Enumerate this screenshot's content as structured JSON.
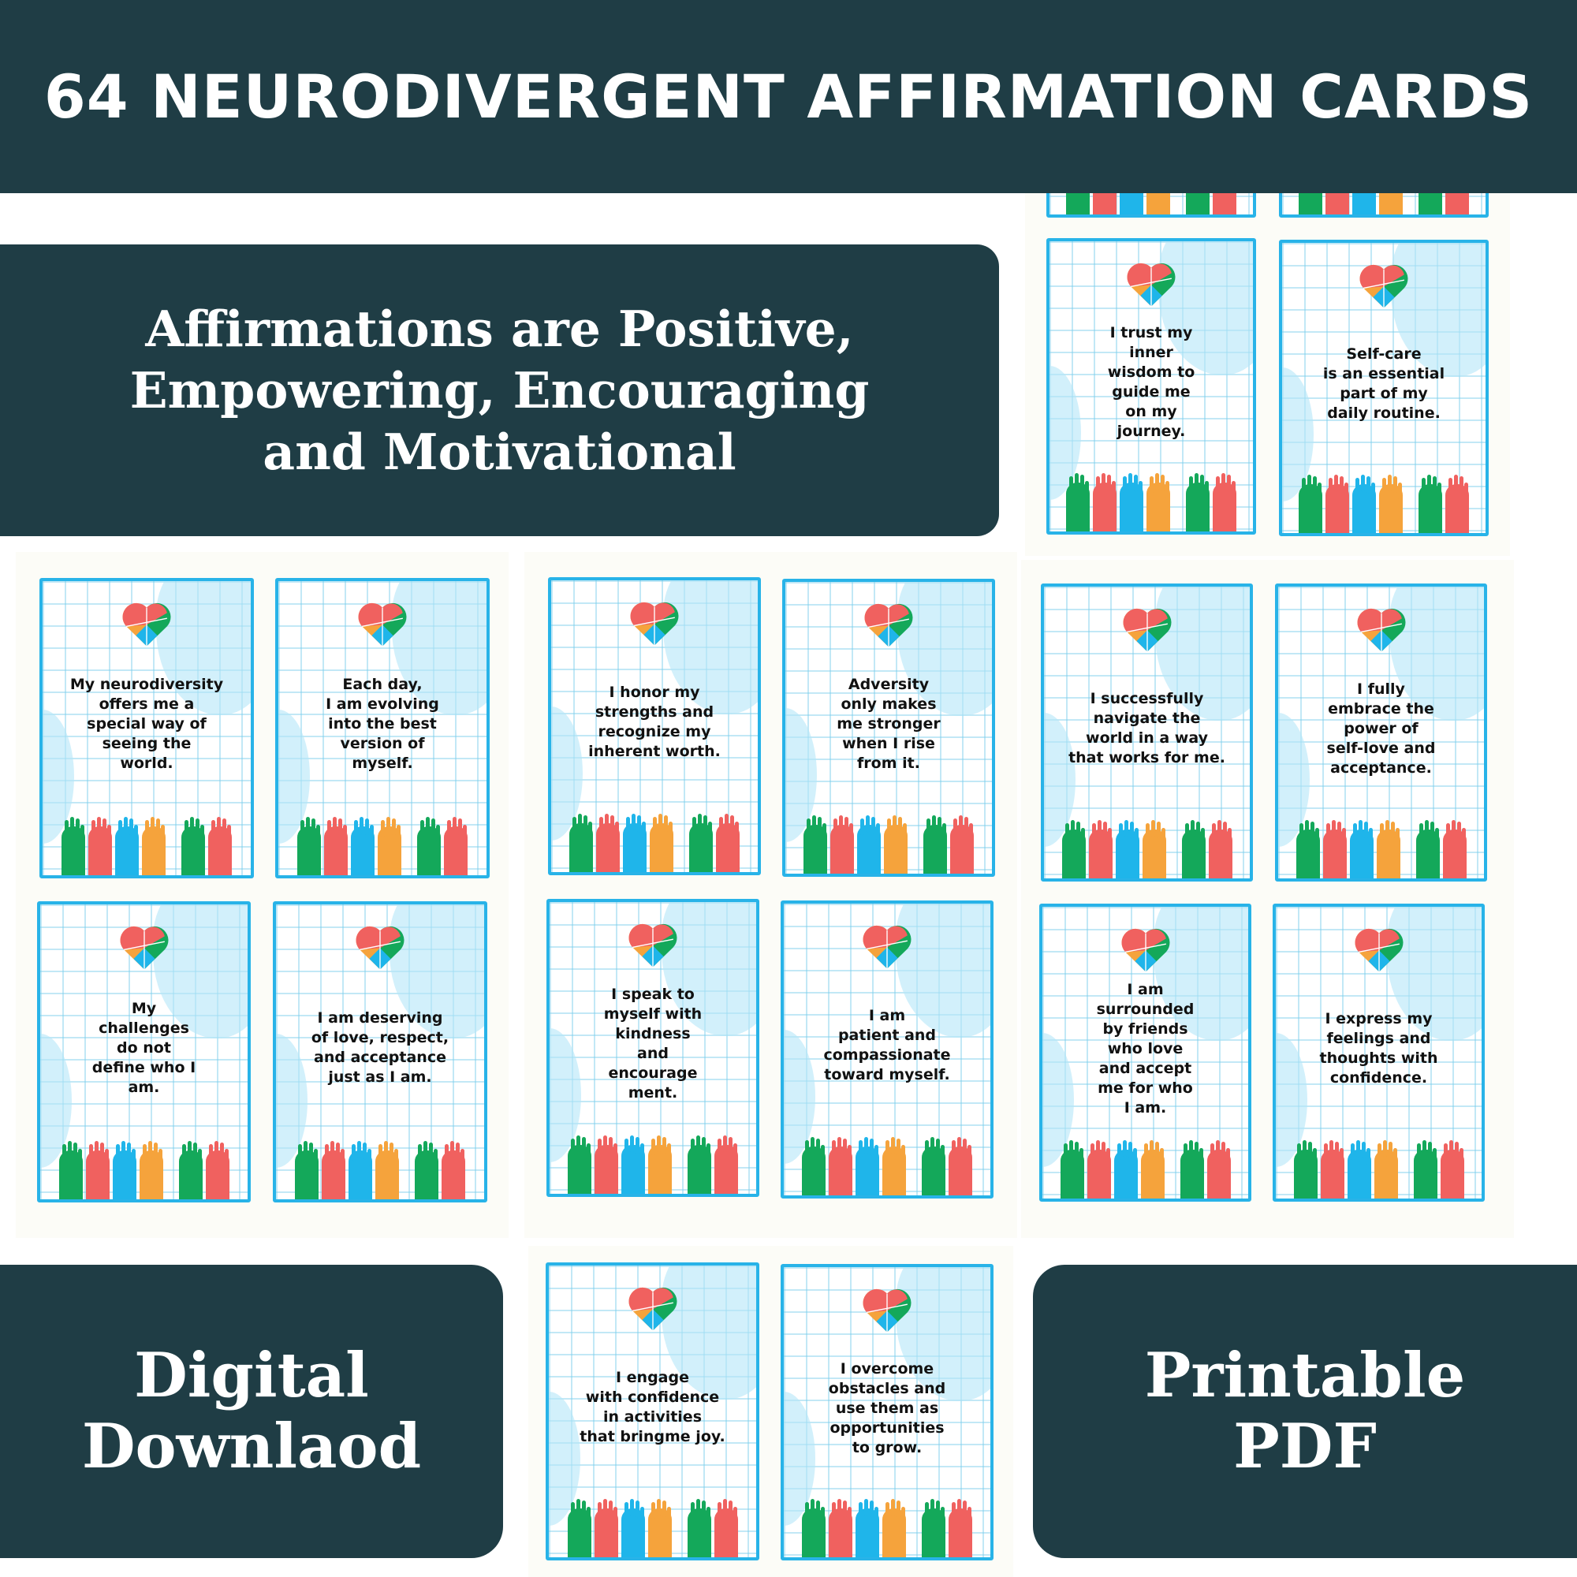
{
  "header": {
    "title": "64 NEURODIVERGENT AFFIRMATION CARDS"
  },
  "panels": {
    "affirmations": {
      "lines": [
        "Affirmations are Positive,",
        "Empowering, Encouraging",
        "and Motivational"
      ]
    },
    "digital": {
      "lines": [
        "Digital",
        "Downlaod"
      ]
    },
    "printable": {
      "lines": [
        "Printable",
        "PDF"
      ]
    }
  },
  "colors": {
    "dark_teal": "#1f3d45",
    "card_border": "#28b3e8",
    "hand_green": "#14a85a",
    "hand_red": "#f0615f",
    "hand_blue": "#1fb5ea",
    "hand_orange": "#f5a33c"
  },
  "icons": {
    "heart": "puzzle-heart-icon",
    "hands": "raised-hands-illustration"
  },
  "cards": [
    {
      "group": "top-right",
      "text": "I trust my\ninner\nwisdom to\nguide me\non my\njourney."
    },
    {
      "group": "top-right",
      "text": "Self-care\nis an essential\npart of my\ndaily routine."
    },
    {
      "group": "left",
      "text": "My neurodiversity\noffers me a\nspecial way of\nseeing the\nworld."
    },
    {
      "group": "left",
      "text": "Each day,\nI am evolving\ninto the best\nversion of\nmyself."
    },
    {
      "group": "left",
      "text": "My\nchallenges\ndo not\ndefine who I\nam."
    },
    {
      "group": "left",
      "text": "I am deserving\nof love, respect,\nand acceptance\njust as I am."
    },
    {
      "group": "middle",
      "text": "I honor my\nstrengths and\nrecognize my\ninherent worth."
    },
    {
      "group": "middle",
      "text": "Adversity\nonly makes\nme stronger\nwhen I rise\nfrom it."
    },
    {
      "group": "middle",
      "text": "I speak to\nmyself with\nkindness\nand\nencourage\nment."
    },
    {
      "group": "middle",
      "text": "I am\npatient and\ncompassionate\ntoward myself."
    },
    {
      "group": "right",
      "text": "I successfully\nnavigate the\nworld in a way\nthat works for me."
    },
    {
      "group": "right",
      "text": "I fully\nembrace the\npower of\nself-love and\nacceptance."
    },
    {
      "group": "right",
      "text": "I am\nsurrounded\nby friends\nwho love\nand accept\nme for who\nI am."
    },
    {
      "group": "right",
      "text": "I express my\nfeelings and\nthoughts with\nconfidence."
    },
    {
      "group": "bottom",
      "text": "I engage\nwith confidence\nin activities\nthat bringme joy."
    },
    {
      "group": "bottom",
      "text": "I overcome\nobstacles and\nuse them as\nopportunities\nto grow."
    }
  ]
}
